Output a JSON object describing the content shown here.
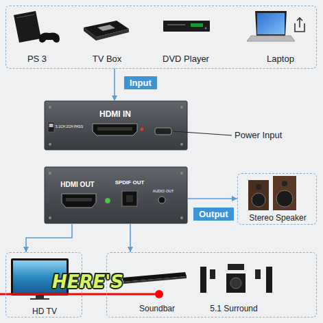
{
  "diagram": {
    "nodes": [
      {
        "text": [
          "PS 3",
          "TV Box",
          "DVD Player",
          "Laptop"
        ]
      },
      {
        "text": [
          "5.1CH 2CH PASS",
          "HDMI IN"
        ]
      },
      {
        "text": [
          "HDMI OUT",
          "SPDIF OUT",
          "AUDIO OUT"
        ]
      },
      {
        "text": [
          "Stereo Speaker"
        ]
      },
      {
        "text": [
          "HD TV"
        ]
      },
      {
        "text": [
          "Soundbar",
          "5.1 Surround"
        ]
      }
    ],
    "edges": [
      {
        "from": 0,
        "to": 1,
        "label": "Input",
        "arrow": "to"
      },
      {
        "from": 2,
        "to": 3,
        "label": "Output",
        "arrow": "to"
      },
      {
        "from": 2,
        "to": 4,
        "arrow": "to"
      },
      {
        "from": 2,
        "to": 5,
        "arrow": "to"
      }
    ],
    "labels": [
      "Power Input",
      "HERE'S"
    ]
  }
}
